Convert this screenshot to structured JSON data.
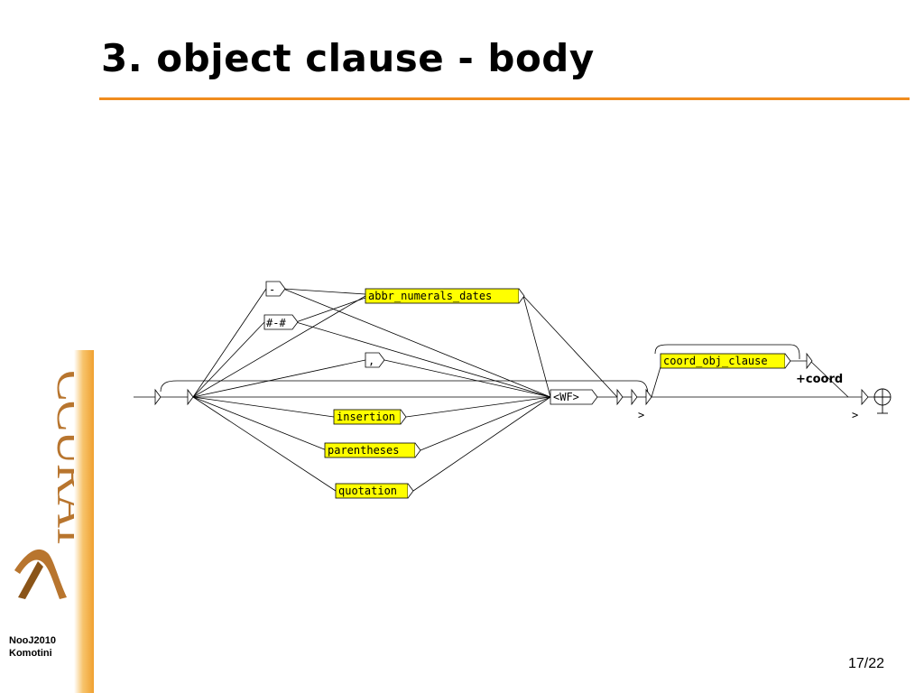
{
  "slide": {
    "title": "3. object clause - body",
    "footer_line1": "NooJ2010",
    "footer_line2": "Komotini",
    "page": "17/22",
    "logo_text": "CCURAT",
    "accent_color": "#f08c1e"
  },
  "graph": {
    "nodes": {
      "dash": "-",
      "hash_dash_hash": "#-#",
      "comma": ",",
      "abbr": "abbr_numerals_dates",
      "insertion": "insertion",
      "parentheses": "parentheses",
      "quotation": "quotation",
      "wf": "<WF>",
      "coord_obj_clause": "coord_obj_clause"
    },
    "outputs": {
      "coord": "+coord",
      "close1": ">",
      "close2": ">"
    },
    "highlight_color": "#ffff00"
  }
}
